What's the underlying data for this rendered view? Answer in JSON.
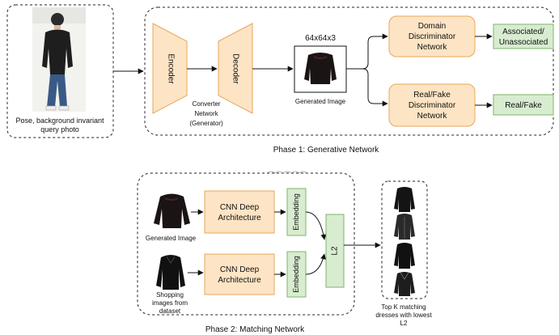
{
  "query": {
    "caption_line1": "Pose, background invariant",
    "caption_line2": "query photo"
  },
  "phase1": {
    "title": "Phase 1: Generative Network",
    "encoder": "Encoder",
    "decoder": "Decoder",
    "converter_line1": "Converter",
    "converter_line2": "Network",
    "converter_line3": "(Generator)",
    "image_size": "64x64x3",
    "generated_caption": "Generated Image",
    "domain_disc_line1": "Domain",
    "domain_disc_line2": "Discriminator",
    "domain_disc_line3": "Network",
    "realfake_disc_line1": "Real/Fake",
    "realfake_disc_line2": "Discriminator",
    "realfake_disc_line3": "Network",
    "assoc_line1": "Associated/",
    "assoc_line2": "Unassociated",
    "realfake_out": "Real/Fake"
  },
  "phase2": {
    "title": "Phase 2: Matching Network",
    "generated_caption": "Generated Image",
    "shopping_line1": "Shopping",
    "shopping_line2": "images from",
    "shopping_line3": "dataset",
    "cnn_line1": "CNN Deep",
    "cnn_line2": "Architecture",
    "embedding": "Embedding",
    "l2": "L2"
  },
  "topk": {
    "line1": "Top K matching",
    "line2": "dresses with lowest",
    "line3": "L2"
  },
  "colors": {
    "orange_fill": "#fde4c4",
    "orange_stroke": "#e7a75a",
    "green_fill": "#d8ecd0",
    "green_stroke": "#7fb36c",
    "line": "#111111"
  }
}
